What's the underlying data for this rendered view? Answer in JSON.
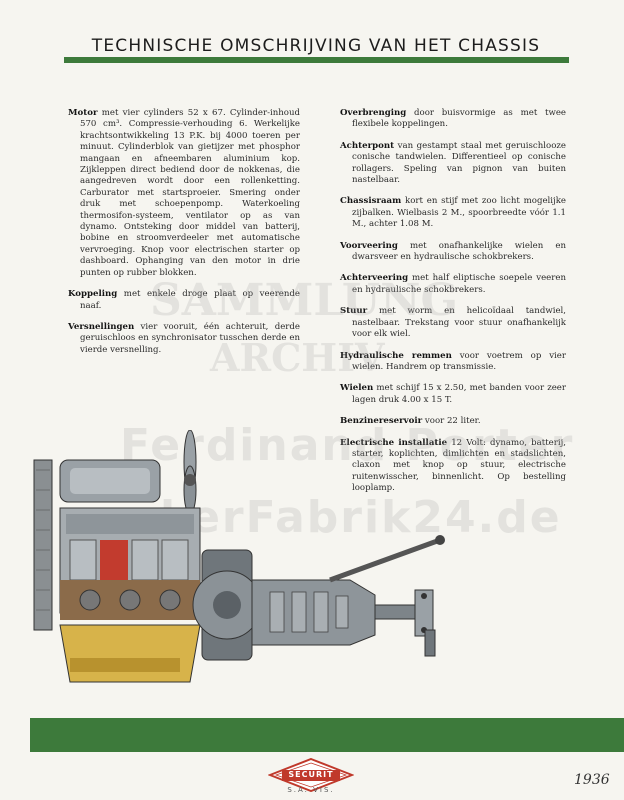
{
  "header": {
    "title": "TECHNISCHE OMSCHRIJVING VAN HET CHASSIS"
  },
  "left_column": [
    {
      "term": "Motor",
      "text": "met vier cylinders 52 x 67. Cylinder-inhoud 570 cm³. Compressie-verhouding 6. Werkelijke krachtsontwikkeling 13 P.K. bij 4000 toeren per minuut. Cylinderblok van gietijzer met phosphor mangaan en afneembaren aluminium kop. Zijkleppen direct bediend door de nokkenas, die aangedreven wordt door een rollenketting. Carburator met startsproeier. Smering onder druk met schoepenpomp. Waterkoeling thermosifon-systeem, ventilator op as van dynamo. Ontsteking door middel van batterij, bobine en stroomverdeeler met automatische vervroeging. Knop voor electrischen starter op dashboard. Ophanging van den motor in drie punten op rubber blokken."
    },
    {
      "term": "Koppeling",
      "text": "met enkele droge plaat op veerende naaf."
    },
    {
      "term": "Versnellingen",
      "text": "vier vooruit, één achteruit, derde geruischloos en synchronisator tusschen derde en vierde versnelling."
    }
  ],
  "right_column": [
    {
      "term": "Overbrenging",
      "text": "door buisvormige as met twee flexibele koppelingen."
    },
    {
      "term": "Achterpont",
      "text": "van gestampt staal met geruischlooze conische tandwielen. Differentieel op conische rollagers. Speling van pignon van buiten nastelbaar."
    },
    {
      "term": "Chassisraam",
      "text": "kort en stijf met zoo licht mogelijke zijbalken. Wielbasis 2 M., spoorbreedte vóór 1.1 M., achter 1.08 M."
    },
    {
      "term": "Voorveering",
      "text": "met onafhankelijke wielen en dwarsveer en hydraulische schokbrekers."
    },
    {
      "term": "Achterveering",
      "text": "met half eliptische soepele veeren en hydraulische schokbrekers."
    },
    {
      "term": "Stuur",
      "text": "met worm en helicoïdaal tandwiel, nastelbaar. Trekstang voor stuur onafhankelijk voor elk wiel."
    },
    {
      "term": "Hydraulische remmen",
      "text": "voor voetrem op vier wielen. Handrem op transmissie."
    },
    {
      "term": "Wielen",
      "text": "met schijf 15 x 2.50, met banden voor zeer lagen druk 4.00 x 15 T."
    },
    {
      "term": "Benzinereservoir",
      "text": "voor 22 liter."
    },
    {
      "term": "Electrische installatie",
      "text": "12 Volt: dynamo, batterij, starter, koplichten, dimlichten en stadslichten, claxon met knop op stuur, electrische ruitenwisscher, binnenlicht. Op bestelling looplamp."
    }
  ],
  "watermark": [
    "SAMMLUNG",
    "ARCHIV",
    "Ferdinand Porter",
    "kerFabrik24.de"
  ],
  "footer": {
    "logo_text": "SECURIT",
    "logo_sub": "S.A.  VIS.",
    "handwritten_year": "1936"
  },
  "colors": {
    "accent_green": "#3d7a3b",
    "logo_red": "#c0392b",
    "background": "#f6f5f0"
  }
}
